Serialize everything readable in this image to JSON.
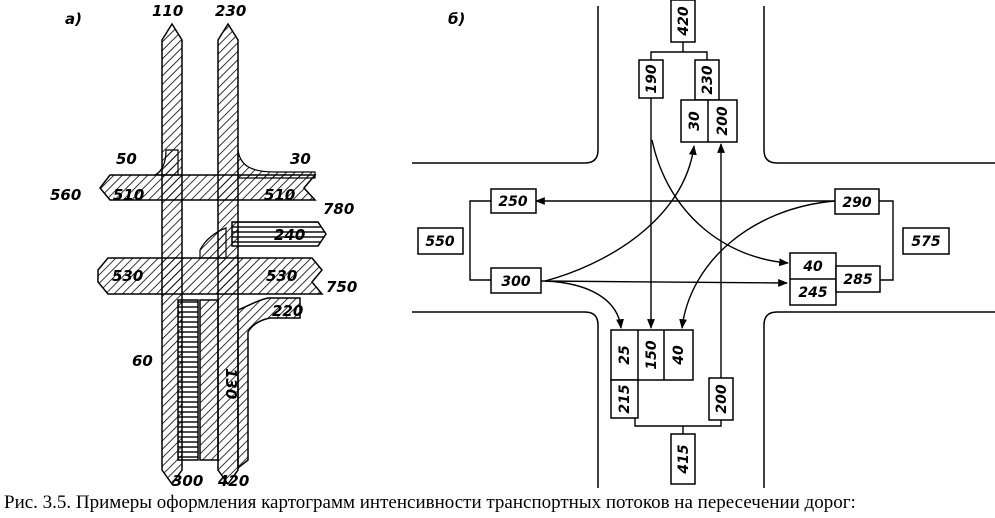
{
  "panel_a": {
    "label": "а)",
    "top_left": "110",
    "top_right": "230",
    "upper_left_turn": "50",
    "upper_right_turn": "30",
    "upper_left_total": "560",
    "upper_left_flow": "510",
    "upper_right_flow": "510",
    "upper_right_total": "780",
    "upper_right_turn_flow": "240",
    "lower_left_flow": "530",
    "lower_right_flow": "530",
    "lower_right_total": "750",
    "lower_right_turn": "220",
    "left_vertical": "60",
    "mid_vertical": "130",
    "bottom_left": "300",
    "bottom_right": "420"
  },
  "panel_b": {
    "label": "б)",
    "north_total": "420",
    "north_left": "190",
    "north_right": "230",
    "north_in_1": "30",
    "north_in_2": "200",
    "west_upper": "250",
    "west_total": "550",
    "west_lower": "300",
    "east_upper": "290",
    "east_total": "575",
    "east_in_1": "40",
    "east_in_2": "245",
    "east_sum": "285",
    "south_in_1": "25",
    "south_in_2": "150",
    "south_in_3": "40",
    "south_sum_left": "215",
    "south_right": "200",
    "south_total": "415"
  },
  "caption": "Рис. 3.5. Примеры оформления картограмм интенсивности транспортных потоков на пересечении дорог:"
}
